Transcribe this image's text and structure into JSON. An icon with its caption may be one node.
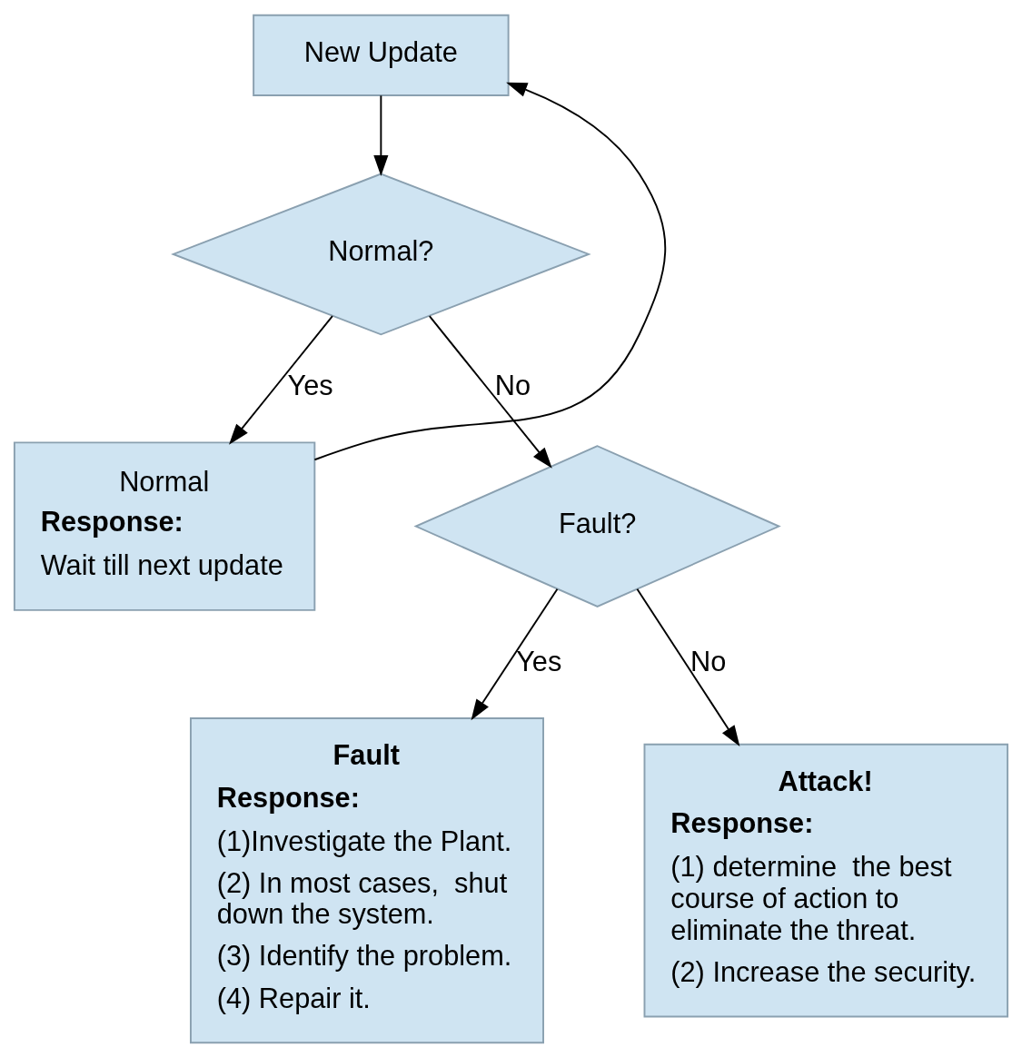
{
  "diagram": {
    "nodes": [
      {
        "text": [
          "New Update"
        ]
      },
      {
        "text": [
          "Normal?"
        ]
      },
      {
        "text": [
          "Normal",
          "Response:",
          "Wait till next update"
        ]
      },
      {
        "text": [
          "Fault?"
        ]
      },
      {
        "text": [
          "Fault",
          "Response:",
          "(1)Investigate the Plant.",
          "(2) In most cases,  shut down the system.",
          "(3) Identify the problem.",
          "(4) Repair it."
        ]
      },
      {
        "text": [
          "Attack!",
          "Response:",
          "(1) determine  the best course of action to eliminate the threat.",
          "(2) Increase the security."
        ]
      }
    ],
    "edges": [
      {
        "from": 0,
        "to": 1,
        "arrow": "to"
      },
      {
        "from": 1,
        "to": 2,
        "arrow": "to",
        "label": "Yes"
      },
      {
        "from": 1,
        "to": 3,
        "arrow": "to",
        "label": "No"
      },
      {
        "from": 3,
        "to": 4,
        "arrow": "to",
        "label": "Yes"
      },
      {
        "from": 3,
        "to": 5,
        "arrow": "to",
        "label": "No"
      },
      {
        "from": 2,
        "to": 0,
        "arrow": "to"
      }
    ]
  }
}
